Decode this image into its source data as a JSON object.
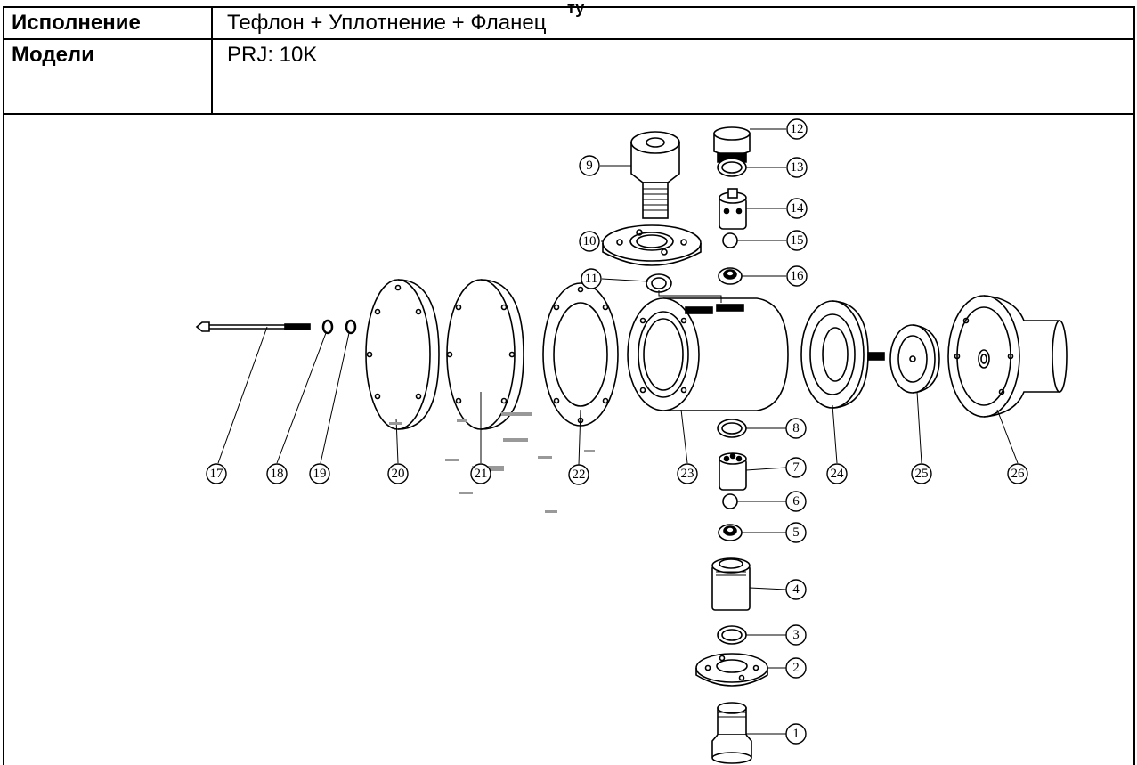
{
  "spec": {
    "top_mark": "ту",
    "execution_label": "Исполнение",
    "execution_value": "Тефлон + Уплотнение + Фланец",
    "models_label": "Модели",
    "models_value": "PRJ: 10K"
  },
  "diagram": {
    "callouts": [
      "1",
      "2",
      "3",
      "4",
      "5",
      "6",
      "7",
      "8",
      "9",
      "10",
      "11",
      "12",
      "13",
      "14",
      "15",
      "16",
      "17",
      "18",
      "19",
      "20",
      "21",
      "22",
      "23",
      "24",
      "25",
      "26"
    ]
  }
}
